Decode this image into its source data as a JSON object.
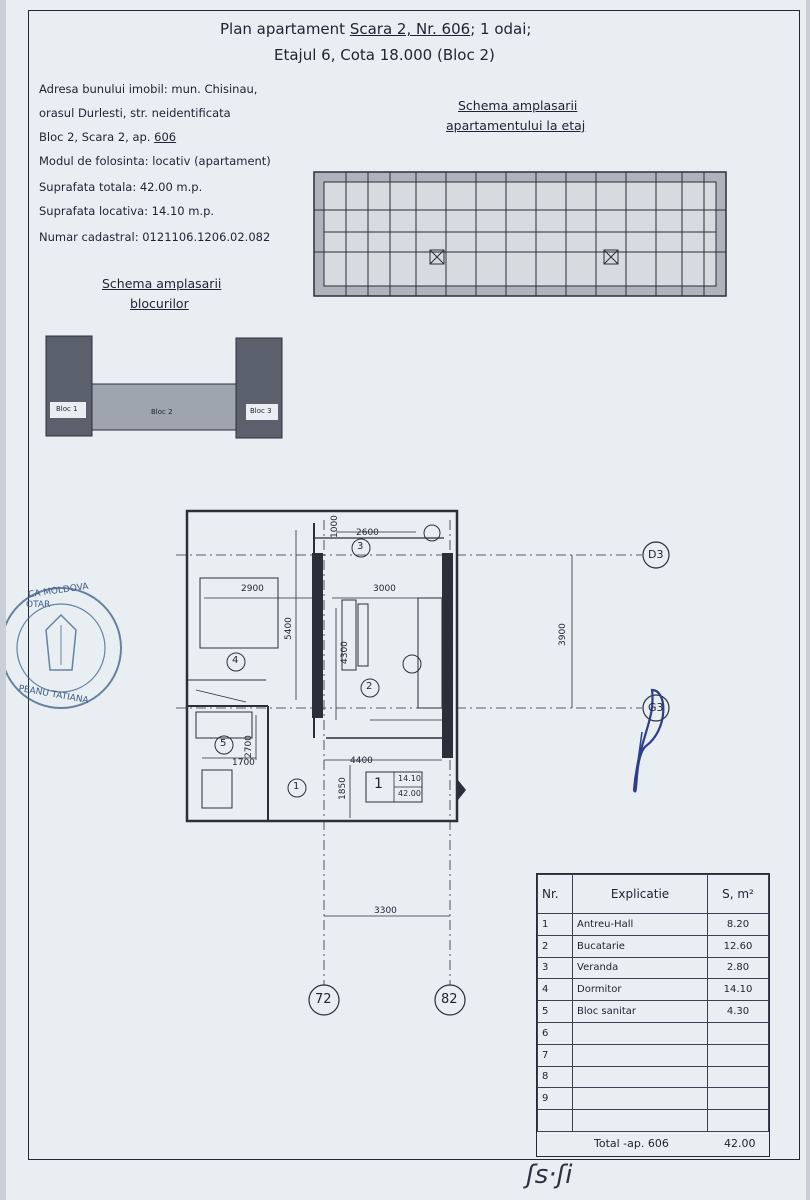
{
  "header": {
    "title_prefix": "Plan apartament",
    "title_underlined": "Scara 2, Nr. 606",
    "title_suffix": "; 1 odai;",
    "subtitle": "Etajul 6, Cota 18.000 (Bloc 2)"
  },
  "info": {
    "line1": "Adresa bunului imobil: mun. Chisinau,",
    "line2": "orasul Durlesti, str. neidentificata",
    "line3_prefix": "Bloc 2, Scara 2, ap.",
    "line3_apt": "606",
    "line4": "Modul de folosinta: locativ (apartament)",
    "line5": "Suprafata totala: 42.00 m.p.",
    "line6": "Suprafata locativa: 14.10 m.p.",
    "line7": "Numar cadastral: 0121106.1206.02.082"
  },
  "schemes": {
    "floor_line1": "Schema amplasarii",
    "floor_line2": "apartamentului la etaj",
    "blocks_line1": "Schema amplasarii",
    "blocks_line2": "blocurilor",
    "bloc1": "Bloc 1",
    "bloc2": "Bloc 2",
    "bloc3": "Bloc 3"
  },
  "plan": {
    "dims": {
      "d2600": "2600",
      "d1000": "1000",
      "d2900": "2900",
      "d3000": "3000",
      "d5400": "5400",
      "d4300": "4300",
      "d3900": "3900",
      "d2700": "2700",
      "d1700": "1700",
      "d4400": "4400",
      "d1850": "1850",
      "d3300": "3300"
    },
    "rooms": {
      "r1": "1",
      "r2": "2",
      "r3": "3",
      "r4": "4",
      "r5": "5"
    },
    "apt_num": "1",
    "apt_liv": "14.10",
    "apt_tot": "42.00",
    "axes": {
      "d3": "D3",
      "g3": "G3",
      "a72": "72",
      "a82": "82"
    }
  },
  "table": {
    "headers": {
      "nr": "Nr.",
      "explicatie": "Explicatie",
      "s": "S, m²"
    },
    "rows": [
      {
        "nr": "1",
        "name": "Antreu-Hall",
        "area": "8.20"
      },
      {
        "nr": "2",
        "name": "Bucatarie",
        "area": "12.60"
      },
      {
        "nr": "3",
        "name": "Veranda",
        "area": "2.80"
      },
      {
        "nr": "4",
        "name": "Dormitor",
        "area": "14.10"
      },
      {
        "nr": "5",
        "name": "Bloc sanitar",
        "area": "4.30"
      },
      {
        "nr": "6",
        "name": "",
        "area": ""
      },
      {
        "nr": "7",
        "name": "",
        "area": ""
      },
      {
        "nr": "8",
        "name": "",
        "area": ""
      },
      {
        "nr": "9",
        "name": "",
        "area": ""
      },
      {
        "nr": "",
        "name": "",
        "area": ""
      }
    ],
    "total_label": "Total -ap. 606",
    "total_value": "42.00"
  },
  "colors": {
    "ink": "#1d2431",
    "paper": "#e9eef2",
    "stamp": "#3c5d86",
    "wall": "#2a2f38"
  }
}
